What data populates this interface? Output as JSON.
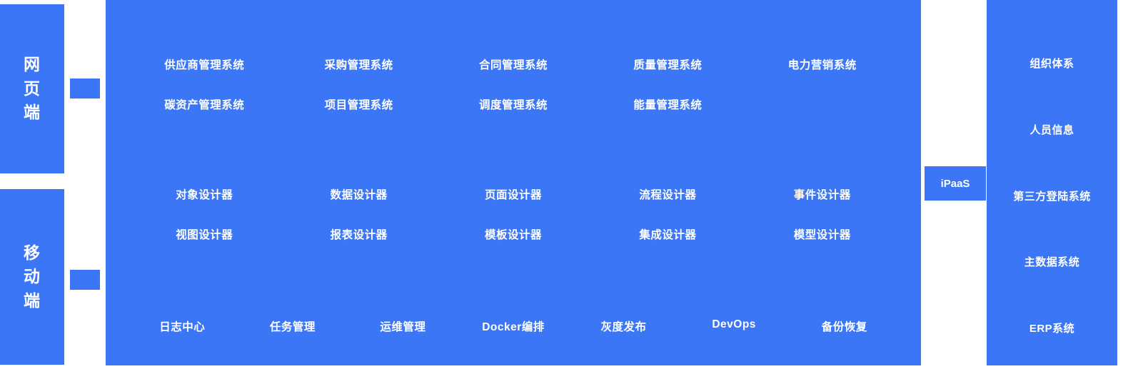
{
  "palette": {
    "blue": "#3B76F6",
    "text": "#FFFFFF"
  },
  "left": {
    "web_label": "网页端",
    "mobile_label": "移动端"
  },
  "main": {
    "app_row1": [
      "供应商管理系统",
      "采购管理系统",
      "合同管理系统",
      "质量管理系统",
      "电力营销系统"
    ],
    "app_row2": [
      "碳资产管理系统",
      "项目管理系统",
      "调度管理系统",
      "能量管理系统"
    ],
    "designer_row1": [
      "对象设计器",
      "数据设计器",
      "页面设计器",
      "流程设计器",
      "事件设计器"
    ],
    "designer_row2": [
      "视图设计器",
      "报表设计器",
      "模板设计器",
      "集成设计器",
      "模型设计器"
    ],
    "ops_row": [
      "日志中心",
      "任务管理",
      "运维管理",
      "Docker编排",
      "灰度发布",
      "DevOps",
      "备份恢复"
    ]
  },
  "ipaas": {
    "label": "iPaaS"
  },
  "right": {
    "items": [
      "组织体系",
      "人员信息",
      "第三方登陆系统",
      "主数据系统",
      "ERP系统"
    ]
  }
}
